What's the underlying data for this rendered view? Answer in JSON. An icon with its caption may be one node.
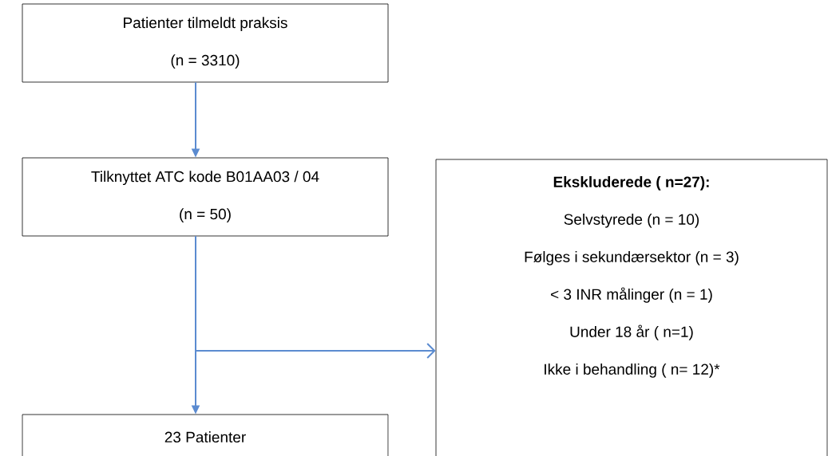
{
  "diagram": {
    "nodes": [
      {
        "text": [
          "Patienter tilmeldt praksis",
          "(n = 3310)"
        ]
      },
      {
        "text": [
          "Tilknyttet ATC kode B01AA03 / 04",
          "(n = 50)"
        ]
      },
      {
        "text": [
          "Ekskluderede ( n=27):",
          "Selvstyrede (n = 10)",
          "Følges i sekundærsektor (n = 3)",
          "< 3 INR målinger (n = 1)",
          "Under 18 år ( n=1)",
          "Ikke i behandling ( n= 12)*"
        ]
      },
      {
        "text": [
          "23 Patienter"
        ]
      }
    ],
    "edges": [
      {
        "from": 0,
        "to": 1,
        "arrow": "to"
      },
      {
        "from": 1,
        "to": 2,
        "arrow": "to"
      },
      {
        "from": 1,
        "to": 3,
        "arrow": "to"
      }
    ]
  }
}
